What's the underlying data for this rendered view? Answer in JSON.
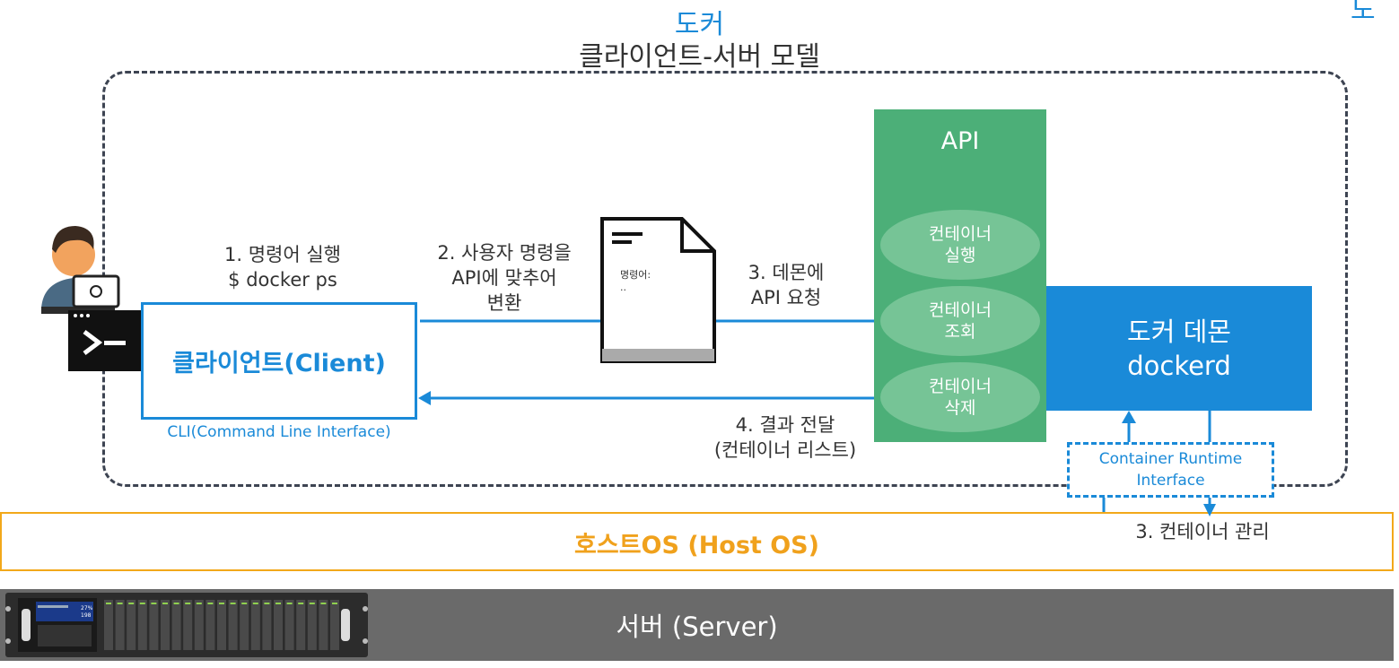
{
  "title": {
    "top": "도커",
    "main": "클라이언트-서버 모델",
    "corner": "도"
  },
  "client": {
    "label": "클라이언트(Client)",
    "caption": "CLI(Command Line Interface)"
  },
  "steps": {
    "step1": {
      "line1": "1. 명령어 실행",
      "line2": "$ docker ps"
    },
    "step2": {
      "line1": "2. 사용자 명령을",
      "line2": "API에 맞추어",
      "line3": "변환"
    },
    "step3": {
      "line1": "3. 데몬에",
      "line2": "API 요청"
    },
    "step4": {
      "line1": "4. 결과 전달",
      "line2": "(컨테이너 리스트)"
    },
    "step5": {
      "line1": "3. 컨테이너 관리"
    }
  },
  "document": {
    "label": "명령어:",
    "dots": ".."
  },
  "api": {
    "title": "API",
    "items": [
      {
        "line1": "컨테이너",
        "line2": "실행"
      },
      {
        "line1": "컨테이너",
        "line2": "조회"
      },
      {
        "line1": "컨테이너",
        "line2": "삭제"
      }
    ]
  },
  "daemon": {
    "line1": "도커 데몬",
    "line2": "dockerd"
  },
  "cri": {
    "line1": "Container Runtime",
    "line2": "Interface"
  },
  "host_os": {
    "label": "호스트OS (Host OS)"
  },
  "server": {
    "label": "서버 (Server)",
    "display_line1": "27%",
    "display_line2": "198"
  },
  "colors": {
    "blue": "#1a8ad8",
    "green": "#4caf78",
    "green_light": "#76c496",
    "orange": "#f0a11c",
    "server_gray": "#6a6a6a",
    "frame": "#3d4452"
  },
  "icons": [
    "user-icon",
    "laptop-icon",
    "terminal-icon",
    "document-icon",
    "server-rack-icon"
  ]
}
